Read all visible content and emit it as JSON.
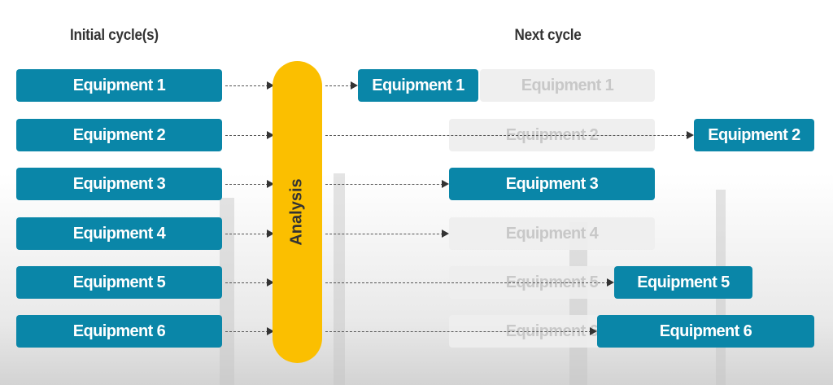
{
  "headings": {
    "initial": "Initial cycle(s)",
    "next": "Next cycle"
  },
  "analysis_label": "Analysis",
  "initial": [
    "Equipment 1",
    "Equipment 2",
    "Equipment 3",
    "Equipment 4",
    "Equipment 5",
    "Equipment 6"
  ],
  "next_ghost": [
    "Equipment 1",
    "Equipment 2",
    "Equipment 4",
    "Equipment 5",
    "Equipment 6"
  ],
  "next_active": [
    "Equipment 1",
    "Equipment 2",
    "Equipment 3",
    "Equipment 5",
    "Equipment 6"
  ],
  "colors": {
    "equipment": "#0a86a8",
    "analysis": "#fbbf00",
    "ghost": "#eeeeee"
  }
}
